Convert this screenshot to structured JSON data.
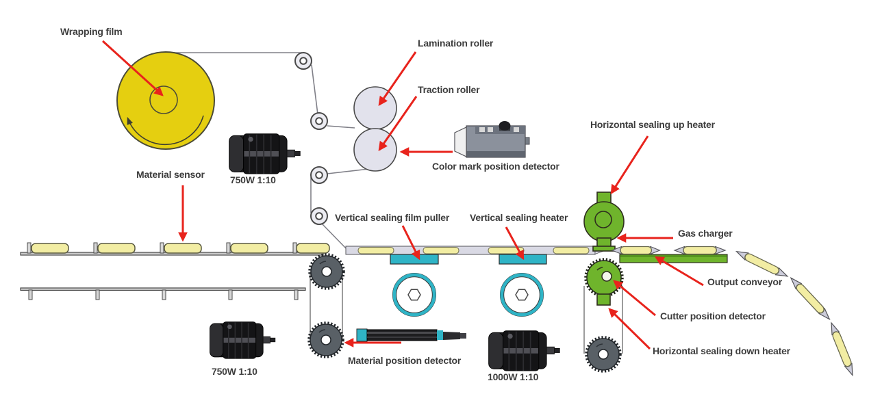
{
  "colors": {
    "film-yellow": "#e5cf10",
    "product-yellow": "#f2eda3",
    "tube-gray": "#d9d9e4",
    "roller-gray": "#e2e2ec",
    "teal": "#2fb4c6",
    "machine-green": "#6fb42c",
    "green-dark": "#55951f",
    "sprocket-gray": "#596066",
    "arrow-red": "#e8231c",
    "label-text": "#3d3d3d",
    "line-gray": "#808088",
    "outline-dark": "#3a3a3a"
  },
  "diagram": {
    "labels": {
      "wrapping_film": "Wrapping film",
      "lamination_roller": "Lamination roller",
      "traction_roller": "Traction roller",
      "color_mark_position_detector": "Color mark position detector",
      "material_sensor": "Material sensor",
      "motor_top": "750W 1:10",
      "vertical_sealing_film_puller": "Vertical sealing film puller",
      "vertical_sealing_heater": "Vertical sealing heater",
      "horizontal_sealing_up_heater": "Horizontal sealing up heater",
      "gas_charger": "Gas charger",
      "output_conveyor": "Output conveyor",
      "cutter_position_detector": "Cutter position detector",
      "horizontal_sealing_down_heater": "Horizontal sealing down heater",
      "material_position_detector": "Material position detector",
      "motor_bottom_left": "750W 1:10",
      "motor_bottom_right": "1000W 1:10"
    }
  }
}
